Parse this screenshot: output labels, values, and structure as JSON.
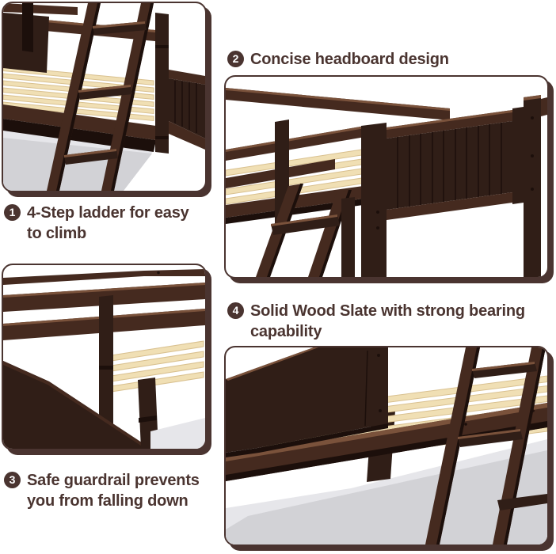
{
  "colors": {
    "accent": "#4a3430",
    "wood_dark": "#301e17",
    "wood_mid": "#452a1f",
    "wood_light": "#7a523b",
    "wood_deep": "#1c0f0b",
    "slat_cream": "#f0dfb4",
    "slat_shade": "#d9c190",
    "floor_shadow": "#d2d2d6",
    "floor_shadow_light": "#e6e6ea",
    "background": "#ffffff"
  },
  "features": [
    {
      "number": "1",
      "line1": "4-Step ladder for easy",
      "line2": "to climb",
      "photo": "ladder-closeup"
    },
    {
      "number": "2",
      "line1": "Concise headboard design",
      "line2": "",
      "photo": "headboard-closeup"
    },
    {
      "number": "3",
      "line1": "Safe guardrail prevents",
      "line2": "you from falling down",
      "photo": "guardrail-closeup"
    },
    {
      "number": "4",
      "line1": "Solid Wood Slate with strong bearing",
      "line2": "capability",
      "photo": "slats-closeup"
    }
  ]
}
